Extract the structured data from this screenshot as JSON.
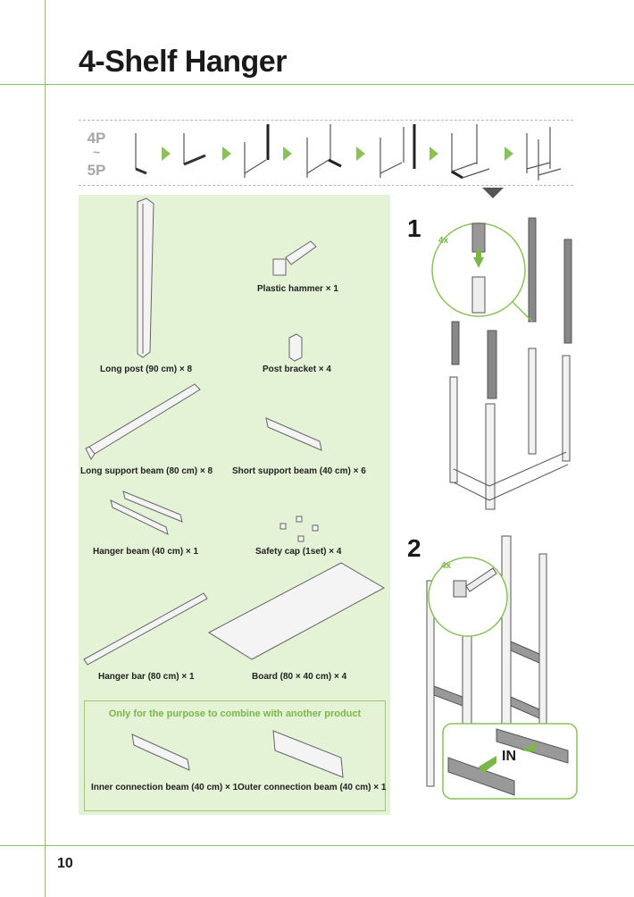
{
  "page": {
    "title": "4-Shelf Hanger",
    "page_number": "10"
  },
  "sequence": {
    "label_top": "4P",
    "label_mid": "~",
    "label_bottom": "5P"
  },
  "parts": [
    {
      "label": "Plastic hammer × 1"
    },
    {
      "label": "Long post (90 cm) × 8"
    },
    {
      "label": "Post bracket × 4"
    },
    {
      "label": "Long support beam (80 cm) × 8"
    },
    {
      "label": "Short support beam (40 cm) × 6"
    },
    {
      "label": "Hanger beam (40 cm) × 1"
    },
    {
      "label": "Safety cap (1set) × 4"
    },
    {
      "label": "Hanger bar (80 cm) × 1"
    },
    {
      "label": "Board (80 × 40 cm) × 4"
    }
  ],
  "combination": {
    "title": "Only for the purpose to combine with another product",
    "inner_label": "Inner connection beam (40 cm) × 1",
    "outer_label": "Outer connection beam (40 cm) × 1"
  },
  "steps": [
    {
      "number": "1",
      "qty": "4x"
    },
    {
      "number": "2",
      "qty": "4x",
      "callout": "IN"
    }
  ],
  "colors": {
    "accent_green": "#8cc05a",
    "panel_green": "#e4f2d6",
    "arrow_green": "#7ab648"
  }
}
